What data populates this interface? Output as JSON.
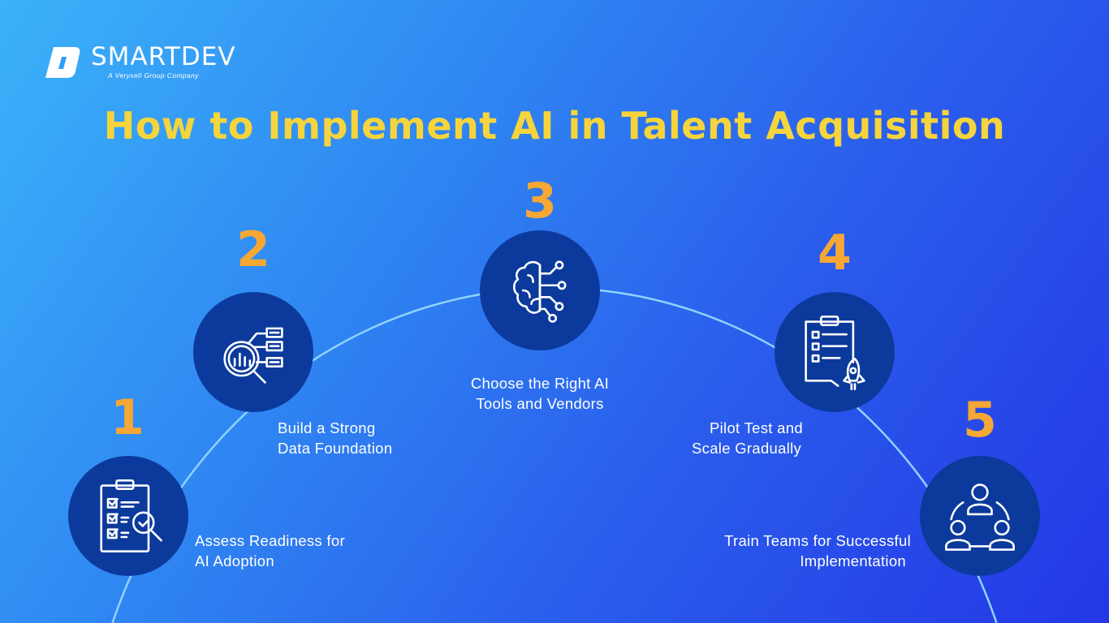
{
  "brand": {
    "name": "SMARTDEV",
    "tagline": "A Verysell Group Company"
  },
  "title": "How to Implement AI in Talent Acquisition",
  "colors": {
    "title": "#f6d43c",
    "number": "#f6a734",
    "circle": "#0c3a9c",
    "arc": "#8fd3ff"
  },
  "steps": [
    {
      "number": "1",
      "line1": "Assess Readiness for",
      "line2": "AI Adoption",
      "icon": "clipboard-check-search-icon"
    },
    {
      "number": "2",
      "line1": "Build a Strong",
      "line2": "Data Foundation",
      "icon": "data-analysis-magnifier-icon"
    },
    {
      "number": "3",
      "line1": "Choose the Right AI",
      "line2": "Tools and Vendors",
      "icon": "ai-brain-circuit-icon"
    },
    {
      "number": "4",
      "line1": "Pilot Test and",
      "line2": "Scale Gradually",
      "icon": "checklist-rocket-icon"
    },
    {
      "number": "5",
      "line1": "Train Teams for Successful",
      "line2": "Implementation",
      "icon": "team-collaboration-icon"
    }
  ]
}
